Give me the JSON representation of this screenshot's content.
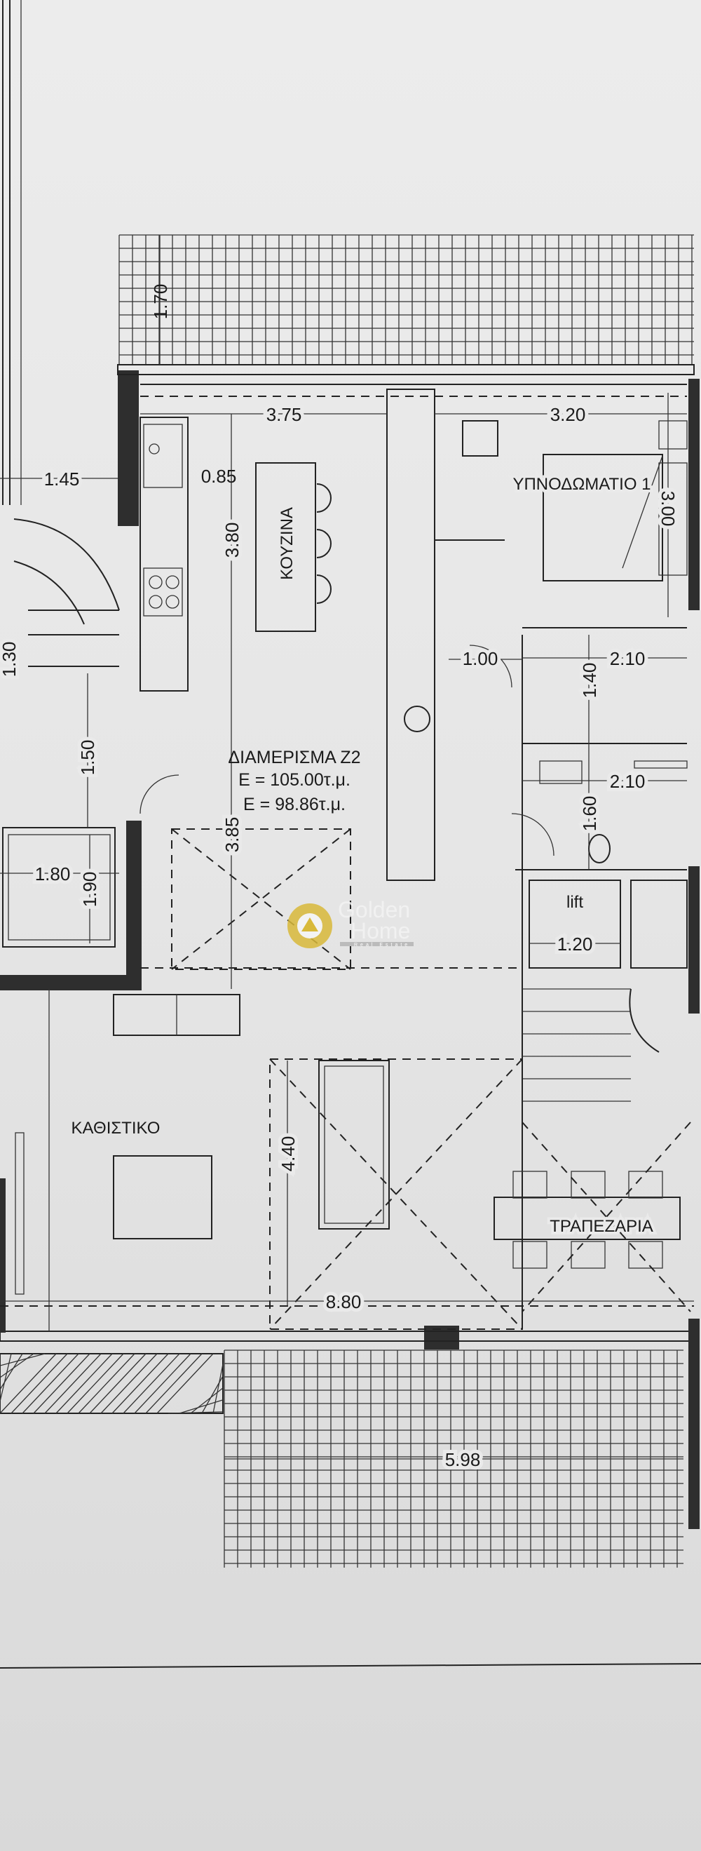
{
  "plan": {
    "apartment_title": "ΔΙΑΜΕΡΙΣΜΑ Z2",
    "area_gross": "E = 105.00τ.μ.",
    "area_net": "E = 98.86τ.μ.",
    "rooms": {
      "kitchen": "ΚΟΥΖΙΝΑ",
      "bedroom": "ΥΠΝΟΔΩΜΑΤΙΟ 1",
      "living": "ΚΑΘΙΣΤΙΚΟ",
      "dining": "ΤΡΑΠΕΖΑΡΙΑ",
      "lift": "lift"
    },
    "dimensions": {
      "balcony_top_depth": "1.70",
      "kitchen_width": "3.75",
      "bedroom_width": "3.20",
      "stair_left_width": "1.45",
      "counter_depth": "0.85",
      "kitchen_depth": "3.80",
      "bedroom_depth": "3.00",
      "hall_width": "1.00",
      "bath1_width": "2.10",
      "bath1_depth": "1.40",
      "bath2_width": "2.10",
      "bath2_depth": "1.60",
      "landing_left": "1.30",
      "stair_left_depth": "1.50",
      "lift_left_width": "1.80",
      "lift_left_depth": "1.90",
      "void_depth": "3.85",
      "lift_width": "1.20",
      "living_depth": "4.40",
      "total_width": "8.80",
      "balcony_bottom_width": "5.98"
    }
  },
  "watermark": {
    "brand_line1": "Golden",
    "brand_line2": "Home",
    "tagline": "Real Estate",
    "color": "#d8b93a"
  }
}
